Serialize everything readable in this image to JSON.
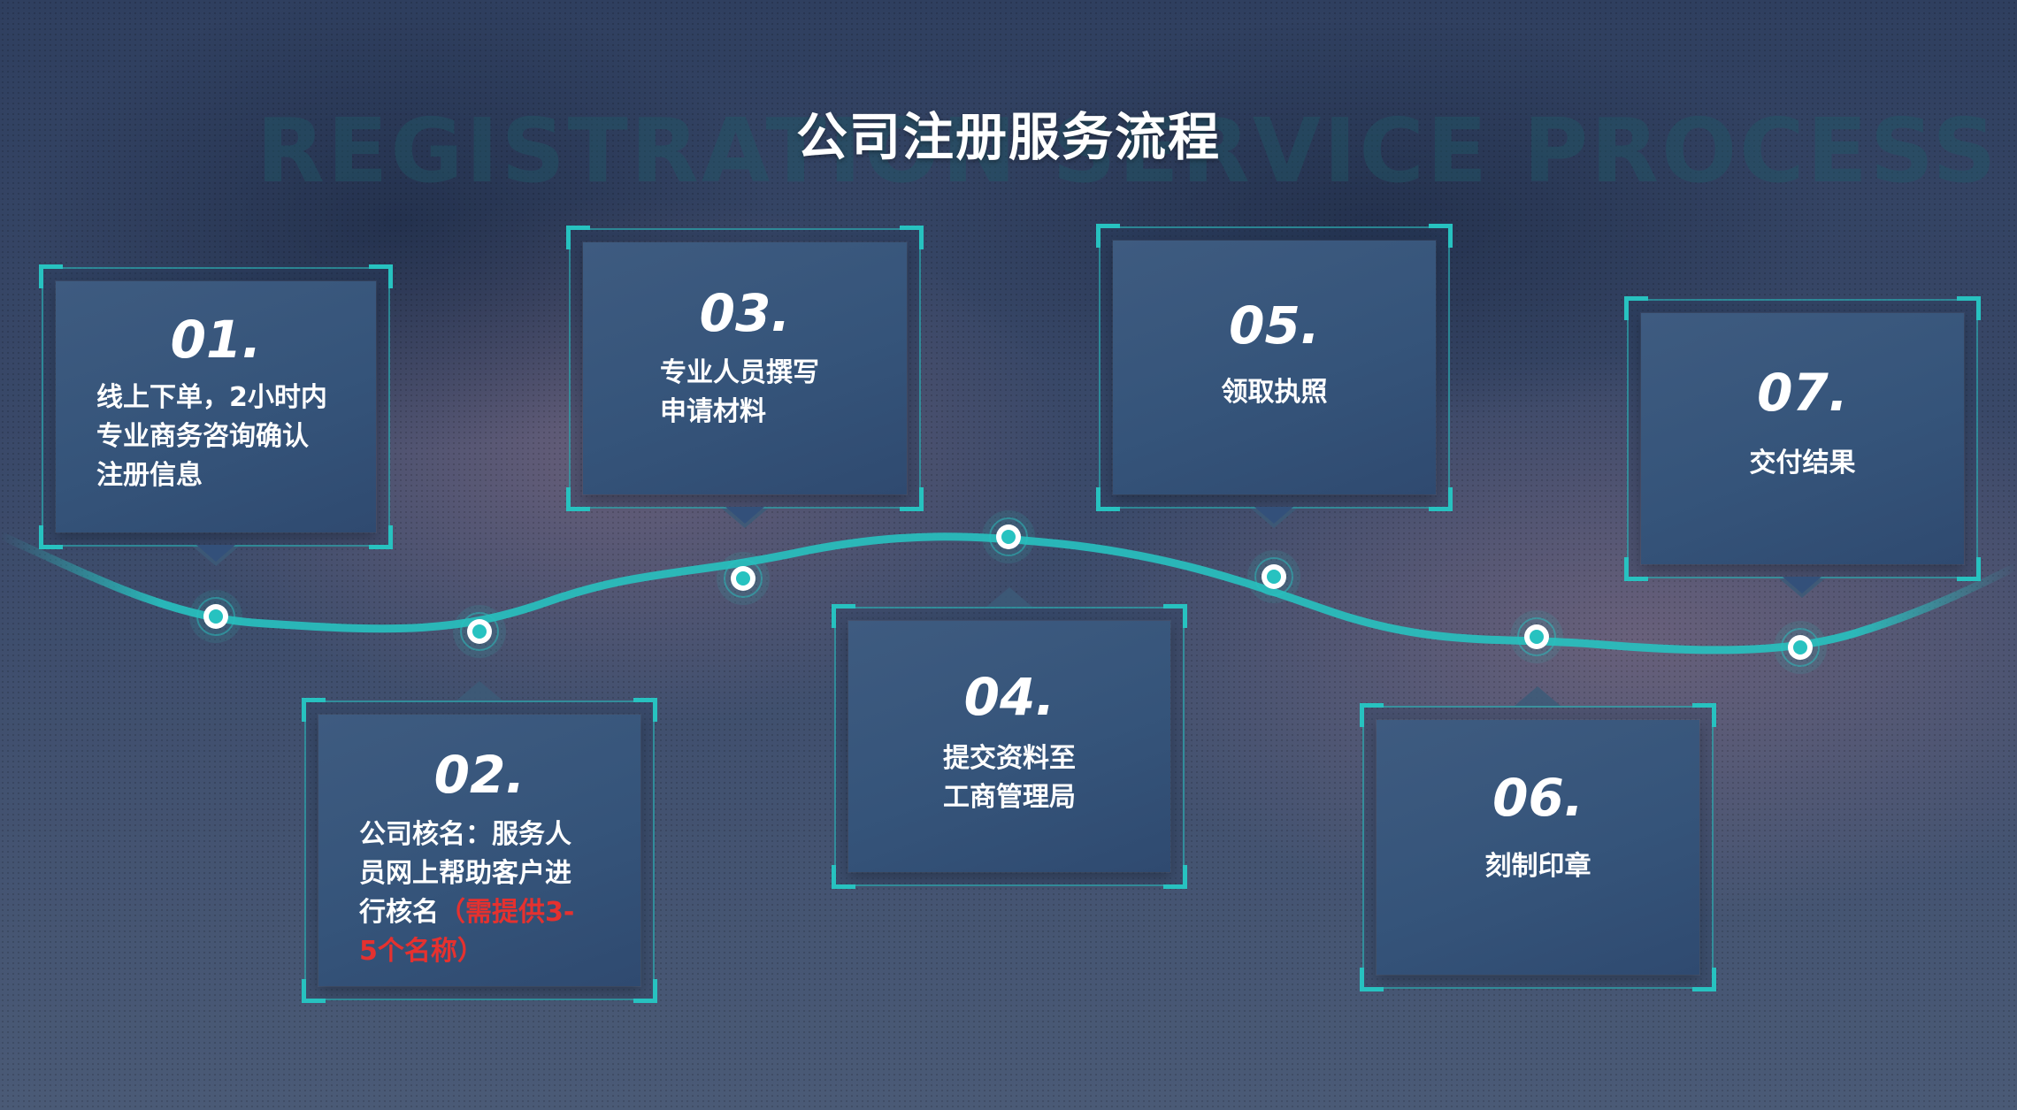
{
  "header": {
    "title": "公司注册服务流程",
    "subtitle": "REGISTRATION SERVICE PROCESS"
  },
  "colors": {
    "accent": "#27c2c0",
    "card": "#3a5780",
    "highlight": "#e5312f",
    "background": "#3a4a68"
  },
  "steps": [
    {
      "number": "01.",
      "lines": [
        "线上下单，2小时内",
        "专业商务咨询确认",
        "注册信息"
      ]
    },
    {
      "number": "02.",
      "lines": [
        "公司核名：服务人",
        "员网上帮助客户进",
        "行核名"
      ],
      "note": [
        "（需提供3-",
        "5个名称）"
      ]
    },
    {
      "number": "03.",
      "lines": [
        "专业人员撰写",
        "申请材料"
      ]
    },
    {
      "number": "04.",
      "lines": [
        "提交资料至",
        "工商管理局"
      ]
    },
    {
      "number": "05.",
      "lines": [
        "领取执照"
      ]
    },
    {
      "number": "06.",
      "lines": [
        "刻制印章"
      ]
    },
    {
      "number": "07.",
      "lines": [
        "交付结果"
      ]
    }
  ]
}
